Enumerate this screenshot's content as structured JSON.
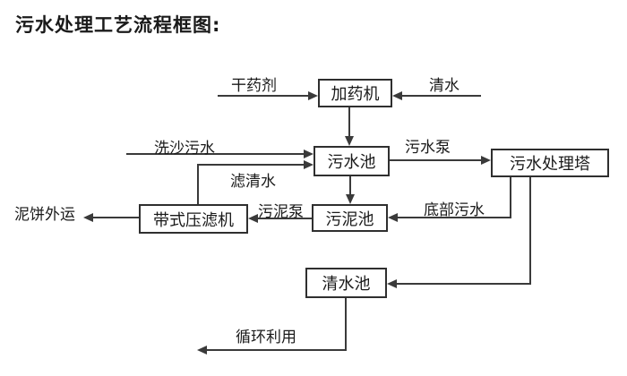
{
  "title": "污水处理工艺流程框图:",
  "nodes": {
    "dosing_machine": "加药机",
    "sewage_pool": "污水池",
    "treatment_tower": "污水处理塔",
    "sludge_pool": "污泥池",
    "belt_filter_press": "带式压滤机",
    "clean_water_pool": "清水池"
  },
  "flow_labels": {
    "dry_agent": "干药剂",
    "clean_water_in": "清水",
    "sand_washing_sewage": "洗沙污水",
    "sewage_pump": "污水泵",
    "filtered_water": "滤清水",
    "bottom_sewage": "底部污水",
    "sludge_pump": "污泥泵",
    "mud_cake_out": "泥饼外运",
    "recycle_use": "循环利用"
  },
  "edges": [
    {
      "from": "干药剂",
      "to": "加药机",
      "label": ""
    },
    {
      "from": "清水",
      "to": "加药机",
      "label": ""
    },
    {
      "from": "加药机",
      "to": "污水池",
      "label": ""
    },
    {
      "from": "洗沙污水",
      "to": "污水池",
      "label": ""
    },
    {
      "from": "带式压滤机",
      "to": "污水池",
      "label": "滤清水"
    },
    {
      "from": "污水池",
      "to": "污水处理塔",
      "label": "污水泵"
    },
    {
      "from": "污水池",
      "to": "污泥池",
      "label": ""
    },
    {
      "from": "污水处理塔",
      "to": "污泥池",
      "label": "底部污水"
    },
    {
      "from": "污泥池",
      "to": "带式压滤机",
      "label": "污泥泵"
    },
    {
      "from": "带式压滤机",
      "to": "泥饼外运",
      "label": ""
    },
    {
      "from": "污水处理塔",
      "to": "清水池",
      "label": ""
    },
    {
      "from": "清水池",
      "to": "循环利用",
      "label": ""
    }
  ],
  "colors": {
    "line": "#3a3a3a",
    "box_border": "#2f2f2f",
    "text": "#1a1a1a",
    "background": "#ffffff"
  }
}
